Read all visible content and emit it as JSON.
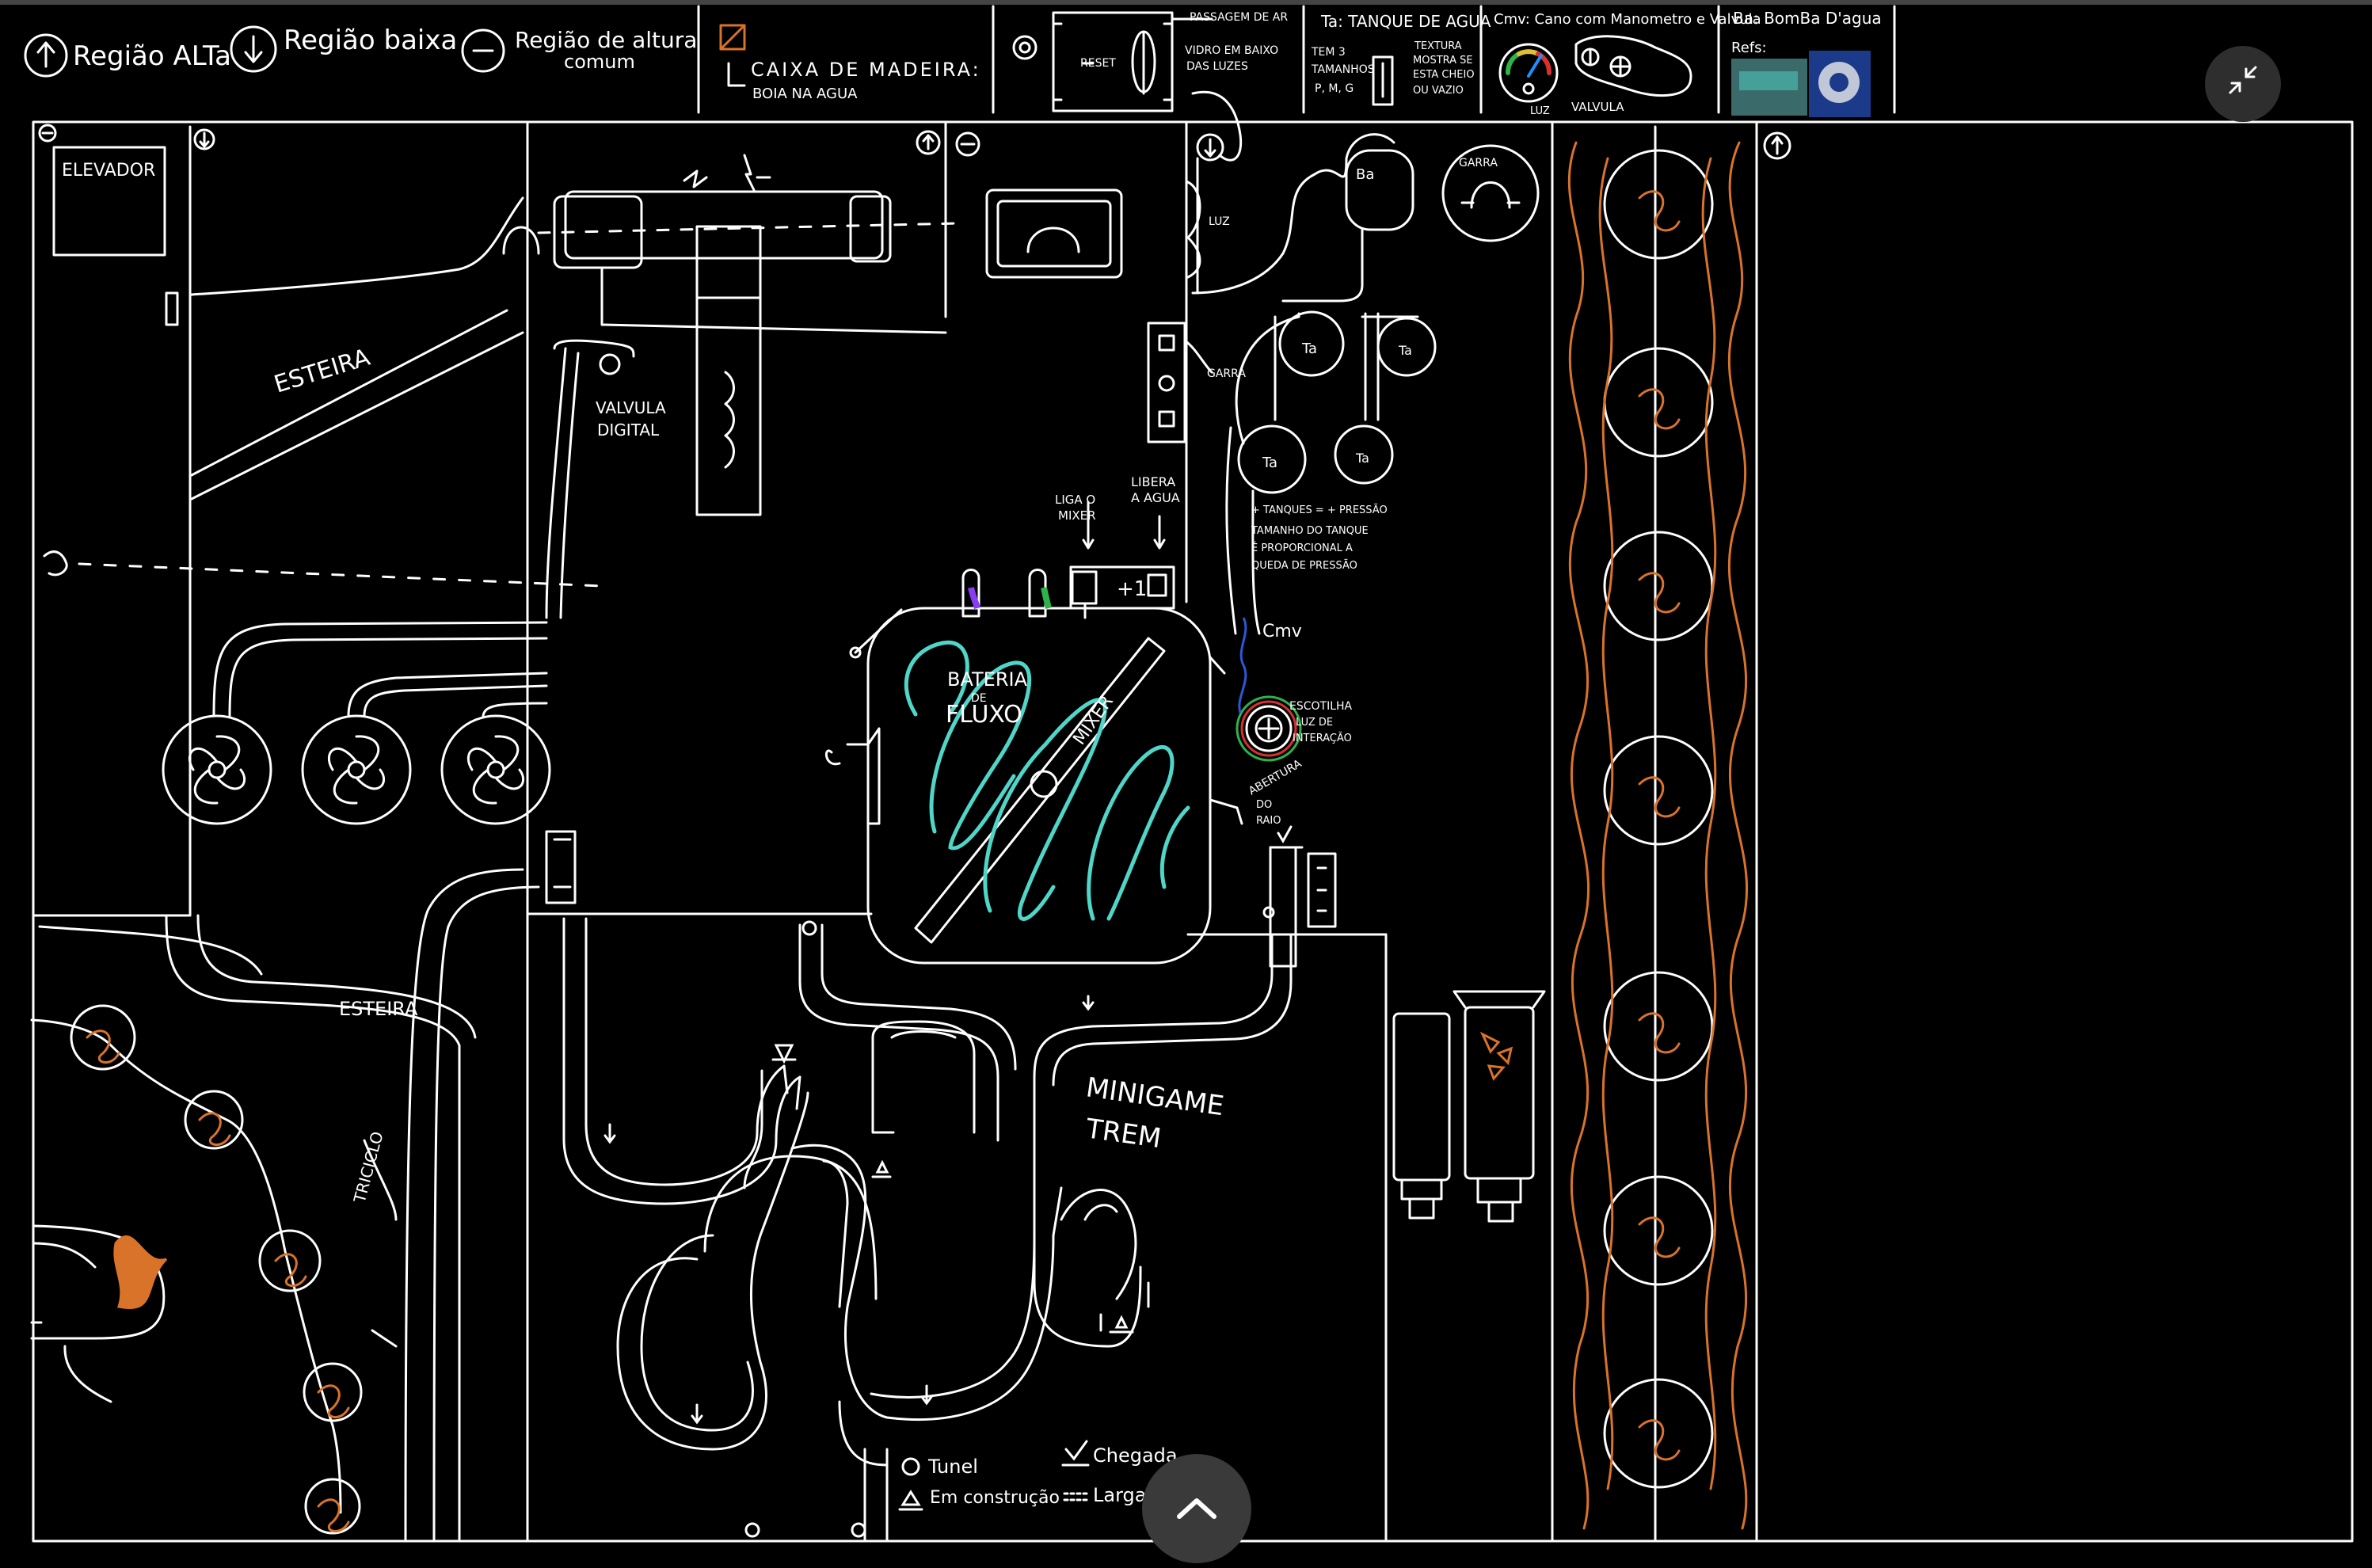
{
  "legend": {
    "regiao_alta": "Região ALTa",
    "regiao_baixa": "Região baixa",
    "regiao_comum_1": "Região de altura",
    "regiao_comum_2": "comum",
    "caixa_title": "CAIXA DE MADEIRA:",
    "caixa_sub": "BOIA NA AGUA"
  },
  "header_panels": {
    "reset": "RESET",
    "passagem_ar": "PASSAGEM DE AR",
    "vidro_1": "VIDRO EM BAIXO",
    "vidro_2": "DAS LUZES",
    "ta_title": "Ta: TANQUE DE AGUA",
    "ta_tem": "TEM 3",
    "ta_tamanhos": "TAMANHOS",
    "ta_pmg": "P, M, G",
    "textura_1": "TEXTURA",
    "textura_2": "MOSTRA SE",
    "textura_3": "ESTA CHEIO",
    "textura_4": "OU VAZIO",
    "cmv_title": "Cmv: Cano com Manometro e Valvula",
    "luz": "LUZ",
    "valvula": "VALVULA",
    "ba_title": "Ba: BomBa D'agua",
    "refs": "Refs:"
  },
  "map": {
    "elevador": "ELEVADOR",
    "esteira_top": "ESTEIRA",
    "esteira_bottom": "ESTEIRA",
    "valvula_digital_1": "VALVULA",
    "valvula_digital_2": "DIGITAL",
    "bateria_1": "BATERIA",
    "bateria_2": "DE",
    "bateria_3": "FLUXO",
    "mixer": "MIXER",
    "liga_mixer_1": "LIGA O",
    "liga_mixer_2": "MIXER",
    "libera_agua_1": "LIBERA",
    "libera_agua_2": "A AGUA",
    "plus_one": "+1",
    "garra_1": "GARRA",
    "garra_2": "GARRA",
    "luz": "LUZ",
    "cmv": "Cmv",
    "ba": "Ba",
    "ta": "Ta",
    "tanques_1": "+ TANQUES = + PRESSÃO",
    "tanques_2": "TAMANHO DO TANQUE",
    "tanques_3": "É PROPORCIONAL A",
    "tanques_4": "QUEDA DE PRESSÃO",
    "escotilha_1": "ESCOTILHA",
    "escotilha_2": "LUZ DE",
    "escotilha_3": "INTERAÇÃO",
    "abertura_1": "ABERTURA",
    "abertura_2": "DO",
    "abertura_3": "RAIO",
    "triciclo": "TRICICLO",
    "minigame_1": "MINIGAME",
    "minigame_2": "TREM",
    "tunel": "Tunel",
    "em_construcao": "Em construção",
    "chegada": "Chegada",
    "largada": "Largada"
  },
  "colors": {
    "ink": "#ffffff",
    "orange": "#d9732a",
    "teal": "#4fd6c9",
    "purple": "#8a3cf0",
    "green": "#2fb24a",
    "ui_button": "#2e2e2e"
  },
  "icons": {
    "collapse": "collapse-icon",
    "scroll_top": "chevron-up-icon"
  }
}
